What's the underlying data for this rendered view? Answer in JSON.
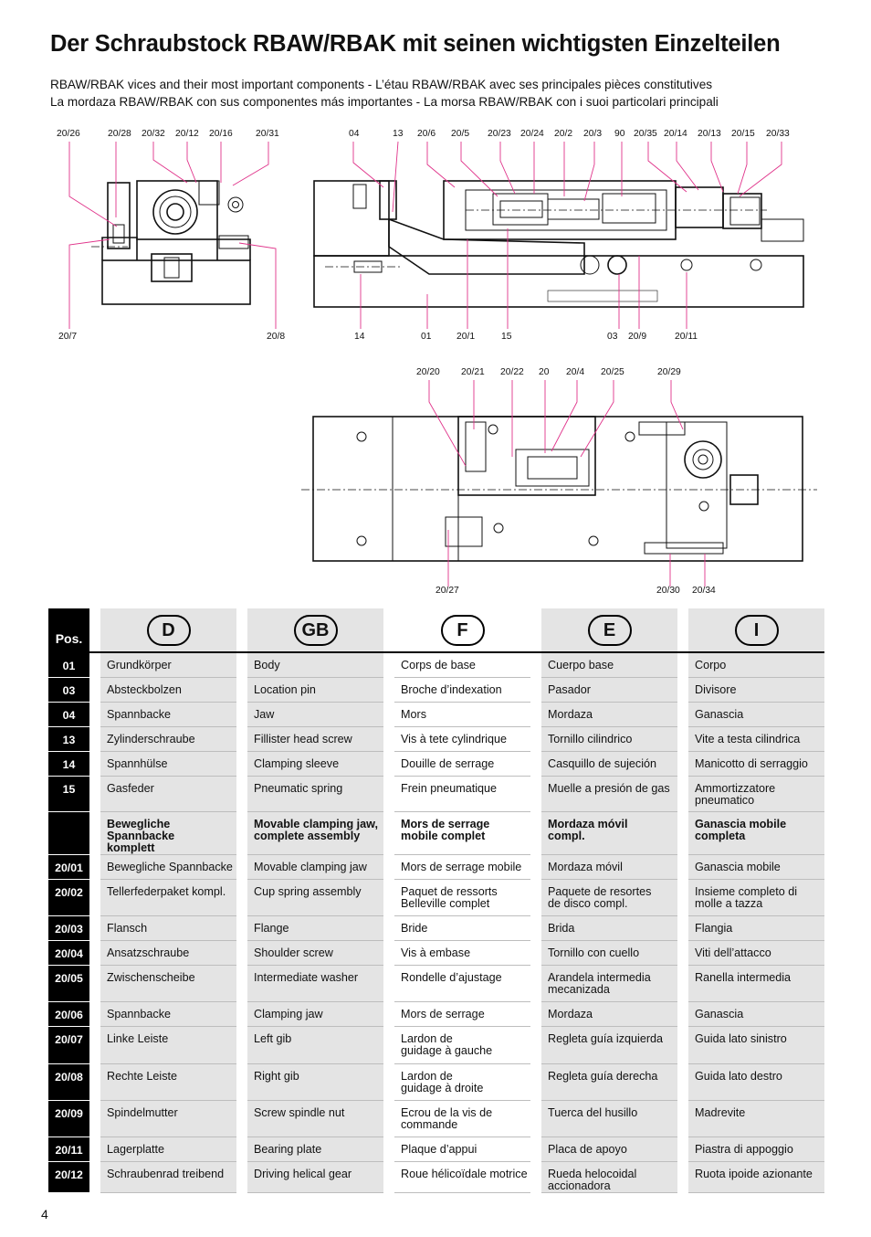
{
  "page": {
    "title": "Der Schraubstock RBAW/RBAK mit seinen wichtigsten Einzelteilen",
    "subtitle_line1": "RBAW/RBAK vices and their most important components - L’étau RBAW/RBAK avec ses principales pièces constitutives",
    "subtitle_line2": "La mordaza RBAW/RBAK con sus componentes más importantes - La morsa RBAW/RBAK con i suoi particolari principali",
    "page_number": "4"
  },
  "drawing": {
    "labels_top_left": [
      "20/26",
      "20/28",
      "20/32",
      "20/12",
      "20/16",
      "20/31"
    ],
    "labels_top_right": [
      "04",
      "13",
      "20/6",
      "20/5",
      "20/23",
      "20/24",
      "20/2",
      "20/3",
      "90",
      "20/35",
      "20/14",
      "20/13",
      "20/15",
      "20/33"
    ],
    "labels_bottom_left": [
      "20/7",
      "20/8"
    ],
    "labels_bottom_right": [
      "14",
      "01",
      "20/1",
      "15",
      "03",
      "20/9",
      "20/11"
    ],
    "labels_plan_top": [
      "20/20",
      "20/21",
      "20/22",
      "20",
      "20/4",
      "20/25",
      "20/29"
    ],
    "labels_plan_bottom": [
      "20/27",
      "20/30",
      "20/34"
    ]
  },
  "table": {
    "pos_header": "Pos.",
    "languages": [
      "D",
      "GB",
      "F",
      "E",
      "I"
    ],
    "rows": [
      {
        "pos": "01",
        "cells": [
          "Grundkörper",
          "Body",
          "Corps de base",
          "Cuerpo base",
          "Corpo"
        ]
      },
      {
        "pos": "03",
        "cells": [
          "Absteckbolzen",
          "Location pin",
          "Broche d’indexation",
          "Pasador",
          "Divisore"
        ]
      },
      {
        "pos": "04",
        "cells": [
          "Spannbacke",
          "Jaw",
          "Mors",
          "Mordaza",
          "Ganascia"
        ]
      },
      {
        "pos": "13",
        "cells": [
          "Zylinderschraube",
          "Fillister head screw",
          "Vis à tete cylindrique",
          "Tornillo cilindrico",
          "Vite a testa cilindrica"
        ]
      },
      {
        "pos": "14",
        "cells": [
          "Spannhülse",
          "Clamping sleeve",
          "Douille de serrage",
          "Casquillo de sujeción",
          "Manicotto di serraggio"
        ]
      },
      {
        "pos": "15",
        "cells": [
          "Gasfeder",
          "Pneumatic spring",
          "Frein pneumatique",
          "Muelle a presión de gas",
          "Ammortizzatore\npneumatico"
        ]
      },
      {
        "pos": "",
        "bold": true,
        "cells": [
          "Bewegliche Spannbacke\nkomplett",
          "Movable clamping jaw,\ncomplete assembly",
          "Mors de serrage\nmobile complet",
          "Mordaza móvil\ncompl.",
          "Ganascia mobile\ncompleta"
        ]
      },
      {
        "pos": "20/01",
        "cells": [
          "Bewegliche Spannbacke",
          "Movable clamping jaw",
          "Mors de serrage mobile",
          "Mordaza móvil",
          "Ganascia mobile"
        ]
      },
      {
        "pos": "20/02",
        "cells": [
          "Tellerfederpaket kompl.",
          "Cup spring assembly",
          "Paquet de ressorts\nBelleville complet",
          "Paquete de resortes\nde disco compl.",
          "Insieme completo di\nmolle a tazza"
        ]
      },
      {
        "pos": "20/03",
        "cells": [
          "Flansch",
          "Flange",
          "Bride",
          "Brida",
          "Flangia"
        ]
      },
      {
        "pos": "20/04",
        "cells": [
          "Ansatzschraube",
          "Shoulder screw",
          "Vis à embase",
          "Tornillo con cuello",
          "Viti dell’attacco"
        ]
      },
      {
        "pos": "20/05",
        "cells": [
          "Zwischenscheibe",
          "Intermediate washer",
          "Rondelle d’ajustage",
          "Arandela intermedia\nmecanizada",
          "Ranella intermedia"
        ]
      },
      {
        "pos": "20/06",
        "cells": [
          "Spannbacke",
          "Clamping jaw",
          "Mors de serrage",
          "Mordaza",
          "Ganascia"
        ]
      },
      {
        "pos": "20/07",
        "cells": [
          "Linke Leiste",
          "Left gib",
          "Lardon de\nguidage à gauche",
          "Regleta guía izquierda",
          "Guida lato sinistro"
        ]
      },
      {
        "pos": "20/08",
        "cells": [
          "Rechte Leiste",
          "Right gib",
          "Lardon de\nguidage à droite",
          "Regleta guía derecha",
          "Guida lato destro"
        ]
      },
      {
        "pos": "20/09",
        "cells": [
          "Spindelmutter",
          "Screw spindle nut",
          "Ecrou de la vis de\ncommande",
          "Tuerca del husillo",
          "Madrevite"
        ]
      },
      {
        "pos": "20/11",
        "cells": [
          "Lagerplatte",
          "Bearing plate",
          "Plaque d’appui",
          "Placa de apoyo",
          "Piastra di appoggio"
        ]
      },
      {
        "pos": "20/12",
        "cells": [
          "Schraubenrad treibend",
          "Driving helical gear",
          "Roue hélicoïdale motrice",
          "Rueda helocoidal\naccionadora",
          "Ruota ipoide azionante"
        ]
      }
    ]
  }
}
